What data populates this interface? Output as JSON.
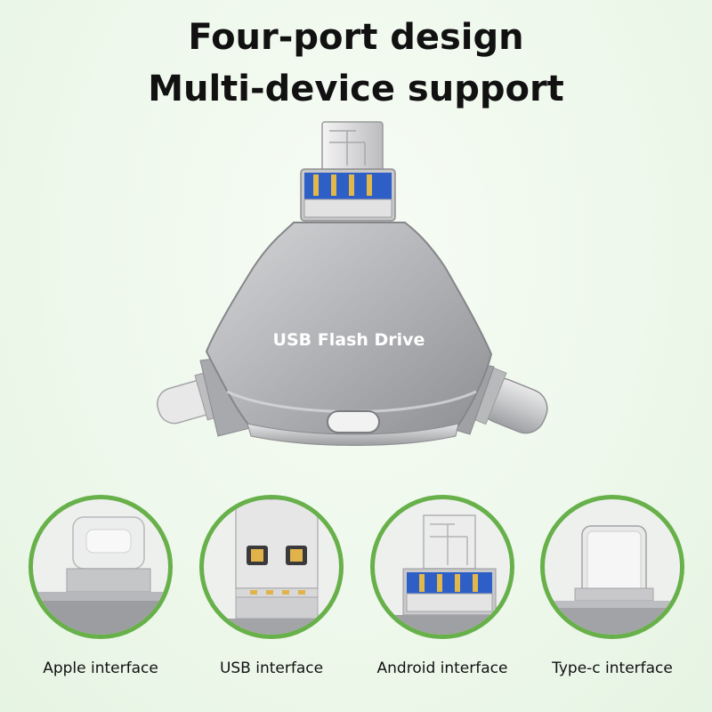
{
  "headline": {
    "line1": "Four-port design",
    "line2": "Multi-device support"
  },
  "product": {
    "label": "USB Flash Drive"
  },
  "interfaces": [
    {
      "label": "Apple interface",
      "icon": "lightning-connector-icon"
    },
    {
      "label": "USB interface",
      "icon": "usb-a-connector-icon"
    },
    {
      "label": "Android interface",
      "icon": "micro-usb-connector-icon"
    },
    {
      "label": "Type-c interface",
      "icon": "usb-c-connector-icon"
    }
  ],
  "colors": {
    "background": "#eef8ec",
    "circle_border": "#67b04a",
    "usb_blue": "#2d5fc7",
    "metal": "#a9aaad"
  }
}
